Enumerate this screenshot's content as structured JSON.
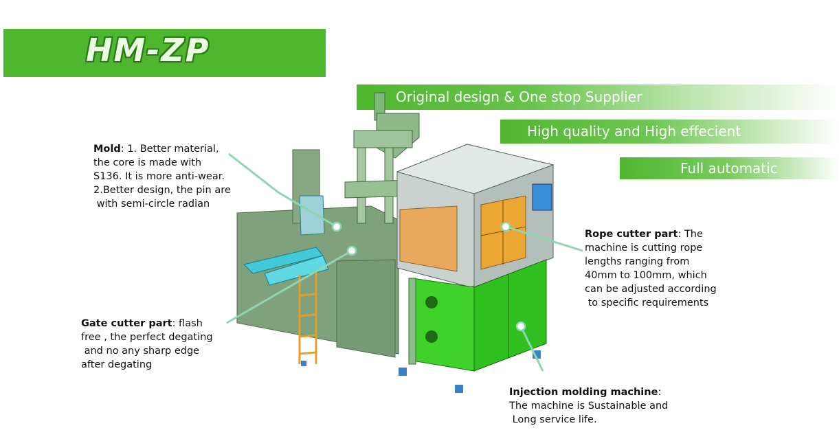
{
  "title": "HM-ZP",
  "banners": [
    "Original design  & One stop Supplier",
    "High quality  and High effecient",
    "Full automatic"
  ],
  "callouts": {
    "mold": {
      "heading": "Mold",
      "text": ": 1. Better material,\nthe core is made with\nS136. It is more anti-wear.\n2.Better design, the pin are\n with semi-circle radian"
    },
    "gate": {
      "heading": "Gate cutter part",
      "text": ": flash\nfree , the perfect degating\n and no any sharp edge\nafter degating"
    },
    "rope": {
      "heading": "Rope cutter part",
      "text": ": The\nmachine is cutting rope\nlengths ranging from\n40mm to 100mm, which\ncan be adjusted according\n to specific requirements"
    },
    "injection": {
      "heading": "Injection molding machine",
      "text": ":\nThe machine is Sustainable and\n Long service life."
    }
  },
  "colors": {
    "title_green": "#4fb62f",
    "leader": "#8fd6b0",
    "machine_green": "#3fd22a",
    "frame_grey": "#8aa58a"
  }
}
